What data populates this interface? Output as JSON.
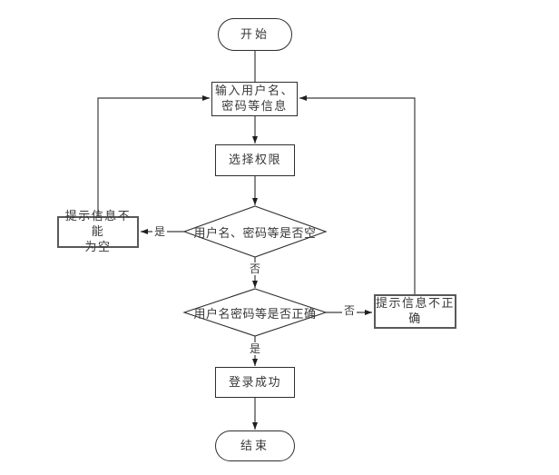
{
  "canvas": {
    "background": "#ffffff",
    "line_color": "#3c3c3c",
    "text_color": "#383838"
  },
  "nodes": {
    "start": {
      "type": "terminator",
      "label": "开始"
    },
    "input_info": {
      "type": "process",
      "label": "输入用户名、\n密码等信息"
    },
    "select_permission": {
      "type": "process",
      "label": "选择权限"
    },
    "check_empty": {
      "type": "decision",
      "label": "用户名、密码等是否空"
    },
    "prompt_empty": {
      "type": "process",
      "label": "提示信息不能\n为空"
    },
    "check_correct": {
      "type": "decision",
      "label": "用户名密码等是否正确"
    },
    "prompt_incorrect": {
      "type": "process",
      "label": "提示信息不正\n确"
    },
    "login_success": {
      "type": "process",
      "label": "登录成功"
    },
    "end": {
      "type": "terminator",
      "label": "结束"
    }
  },
  "edge_labels": {
    "empty_yes": "是",
    "empty_no": "否",
    "correct_no": "否",
    "correct_yes": "是"
  }
}
